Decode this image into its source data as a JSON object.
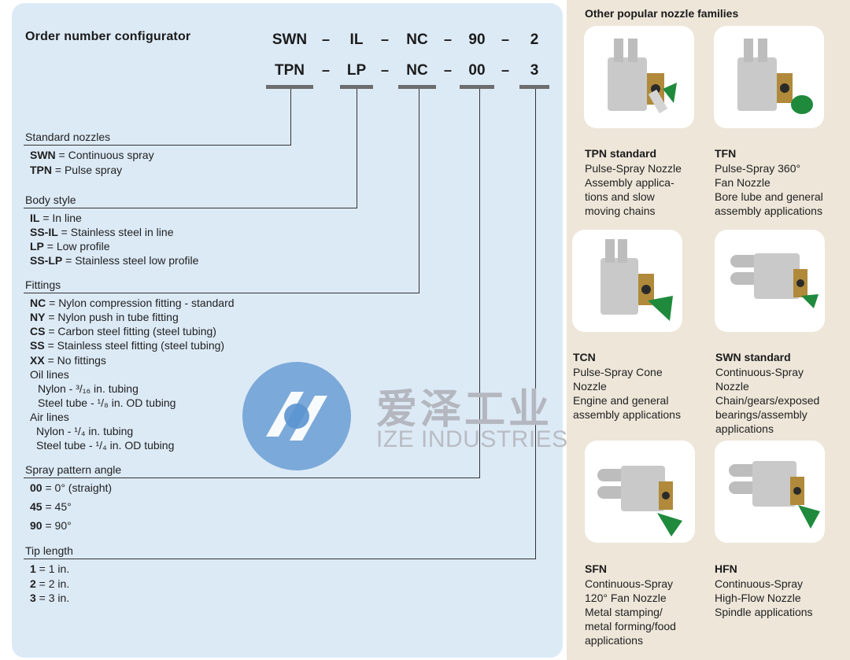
{
  "configurator": {
    "title": "Order number configurator",
    "row1": [
      "SWN",
      "IL",
      "NC",
      "90",
      "2"
    ],
    "row2": [
      "TPN",
      "LP",
      "NC",
      "00",
      "3"
    ],
    "dash": "–"
  },
  "sections": {
    "standard_nozzles": {
      "heading": "Standard nozzles",
      "items": [
        {
          "code": "SWN",
          "text": " = Continuous spray"
        },
        {
          "code": "TPN",
          "text": " = Pulse spray"
        }
      ]
    },
    "body_style": {
      "heading": "Body style",
      "items": [
        {
          "code": "IL",
          "text": " = In line"
        },
        {
          "code": "SS-IL",
          "text": " = Stainless steel in line"
        },
        {
          "code": "LP",
          "text": " = Low profile"
        },
        {
          "code": "SS-LP",
          "text": " = Stainless steel low profile"
        }
      ]
    },
    "fittings": {
      "heading": "Fittings",
      "items": [
        {
          "code": "NC",
          "text": " = Nylon compression fitting - standard"
        },
        {
          "code": "NY",
          "text": " = Nylon push in tube fitting"
        },
        {
          "code": "CS",
          "text": " = Carbon steel fitting (steel tubing)"
        },
        {
          "code": "SS",
          "text": " = Stainless steel fitting (steel tubing)"
        },
        {
          "code": "XX",
          "text": " = No fittings"
        }
      ],
      "oil_lines": "Oil lines",
      "oil_nylon": "Nylon - ³/₁₆ in. tubing",
      "oil_steel": "Steel tube - ¹/₈ in. OD tubing",
      "air_lines": "Air lines",
      "air_nylon": "Nylon - ¹/₄ in. tubing",
      "air_steel": "Steel tube - ¹/₄ in. OD tubing"
    },
    "spray_angle": {
      "heading": "Spray pattern angle",
      "items": [
        {
          "code": "00",
          "text": " = 0° (straight)"
        },
        {
          "code": "45",
          "text": " = 45°"
        },
        {
          "code": "90",
          "text": " = 90°"
        }
      ]
    },
    "tip_length": {
      "heading": "Tip length",
      "items": [
        {
          "code": "1",
          "text": " = 1 in."
        },
        {
          "code": "2",
          "text": " = 2 in."
        },
        {
          "code": "3",
          "text": " = 3 in."
        }
      ]
    }
  },
  "watermark": {
    "cn": "爱泽工业",
    "en": "IZE INDUSTRIES"
  },
  "families": {
    "title": "Other popular nozzle families",
    "items": [
      {
        "name": "TPN standard",
        "desc": "Pulse-Spray Nozzle\nAssembly applica-\ntions and slow\nmoving chains"
      },
      {
        "name": "TFN",
        "desc": "Pulse-Spray 360°\nFan Nozzle\nBore lube and general\nassembly applications"
      },
      {
        "name": "TCN",
        "desc": "Pulse-Spray Cone\nNozzle\nEngine and general\nassembly applications"
      },
      {
        "name": "SWN standard",
        "desc": "Continuous-Spray\nNozzle\nChain/gears/exposed\nbearings/assembly\napplications"
      },
      {
        "name": "SFN",
        "desc": "Continuous-Spray\n120° Fan Nozzle\nMetal stamping/\nmetal forming/food\napplications"
      },
      {
        "name": "HFN",
        "desc": "Continuous-Spray\nHigh-Flow Nozzle\nSpindle applications"
      }
    ]
  },
  "colors": {
    "left_bg": "#dceaf6",
    "right_bg": "#ede6d9",
    "code_bar": "#6d6d6d",
    "nozzle_green": "#1f8a3c",
    "watermark_blue": "#5b93cf"
  }
}
